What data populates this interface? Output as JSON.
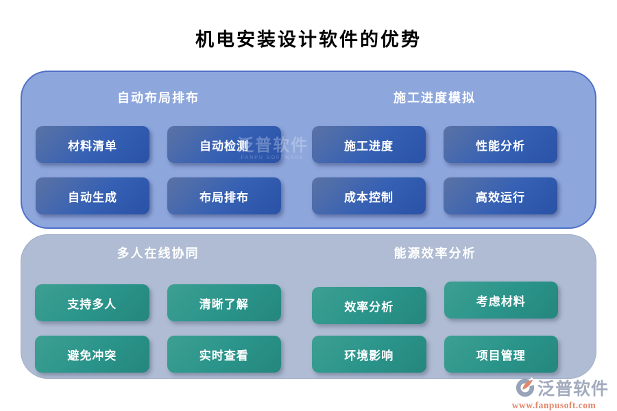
{
  "title": "机电安装设计软件的优势",
  "panels": [
    {
      "theme": "blue",
      "sections": [
        {
          "header": "自动布局排布",
          "buttons": [
            "材料清单",
            "自动检测",
            "自动生成",
            "布局排布"
          ]
        },
        {
          "header": "施工进度模拟",
          "buttons": [
            "施工进度",
            "性能分析",
            "成本控制",
            "高效运行"
          ]
        }
      ]
    },
    {
      "theme": "slate",
      "sections": [
        {
          "header": "多人在线协同",
          "buttons": [
            "支持多人",
            "清晰了解",
            "避免冲突",
            "实时查看"
          ]
        },
        {
          "header": "能源效率分析",
          "buttons": [
            "效率分析",
            "考虑材料",
            "环境影响",
            "项目管理"
          ]
        }
      ]
    }
  ],
  "watermark": {
    "text": "泛普软件",
    "subtext": "FANPU SOFTWARE"
  },
  "logo": {
    "brand": "泛普软件",
    "website": "www.fanpusoft.com",
    "icon": "fanpu-swoosh-icon"
  },
  "colors": {
    "panel_top_bg": "#8da6dc",
    "panel_top_border": "#4e6fc8",
    "panel_bottom_bg": "#afbcd3",
    "blue_button": "#3560b4",
    "teal_button": "#2a948a",
    "title_text": "#000000",
    "header_text": "#ffffff",
    "logo_text": "#a2abbd",
    "logo_url": "#e2876b"
  }
}
